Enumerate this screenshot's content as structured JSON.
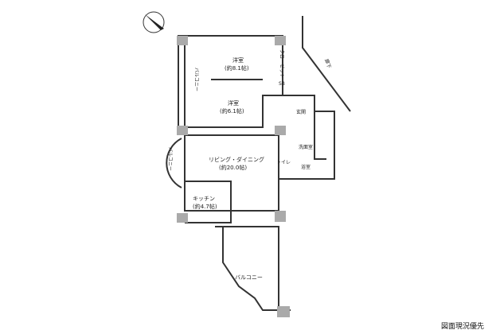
{
  "rooms": {
    "western1": {
      "name": "洋室",
      "size": "(約8.1帖)"
    },
    "western2": {
      "name": "洋室",
      "size": "(約6.1帖)"
    },
    "living": {
      "name": "リビング・ダイニング",
      "size": "(約20.0帖)"
    },
    "kitchen": {
      "name": "キッチン",
      "size": "(約4.7帖)"
    },
    "entrance": "玄関",
    "washroom": "洗面室",
    "bath": "浴室",
    "toilet": "トイレ",
    "closet": "クローゼット",
    "shoebox": "SB",
    "balcony_left": "バルコニー",
    "balcony_round": "バルコニー",
    "balcony_bottom": "バルコニー",
    "corridor": "廊下"
  },
  "note": "図面現況優先"
}
